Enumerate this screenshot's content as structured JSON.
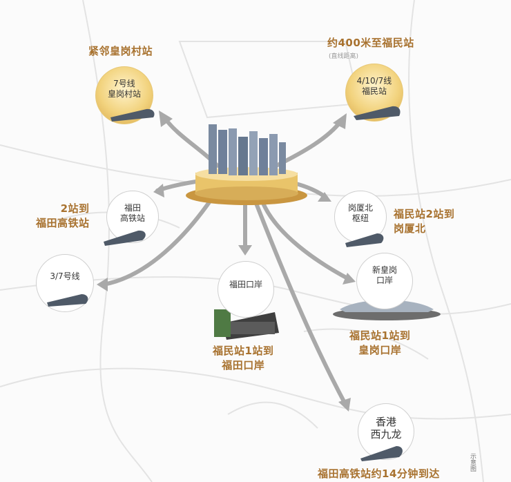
{
  "stations": {
    "huanggangcun": {
      "label_l1": "7号线",
      "label_l2": "皇岗村站",
      "title": "紧邻皇岗村站"
    },
    "fumin": {
      "label_l1": "4/10/7线",
      "label_l2": "福民站",
      "title": "约400米至福民站",
      "note": "(直线距离)"
    },
    "futian_hsr": {
      "label_l1": "福田",
      "label_l2": "高铁站",
      "title_l1": "2站到",
      "title_l2": "福田高铁站"
    },
    "gangxia_north": {
      "label_l1": "岗厦北",
      "label_l2": "枢纽",
      "title_l1": "福民站2站到",
      "title_l2": "岗厦北"
    },
    "line37": {
      "label_l1": "3/7号线"
    },
    "futian_port": {
      "label_l1": "福田口岸",
      "title_l1": "福民站1站到",
      "title_l2": "福田口岸"
    },
    "xin_huanggang": {
      "label_l1": "新皇岗",
      "label_l2": "口岸",
      "title_l1": "福民站1站到",
      "title_l2": "皇岗口岸"
    },
    "hk_westkowloon": {
      "label_l1": "香港",
      "label_l2": "西九龙",
      "title": "福田高铁站约14分钟到达"
    }
  },
  "corner_text": "示意图",
  "colors": {
    "accent_gold": "#a8722f",
    "arrow_gray": "#a9a9a9",
    "gold_light": "#f2d37e"
  }
}
